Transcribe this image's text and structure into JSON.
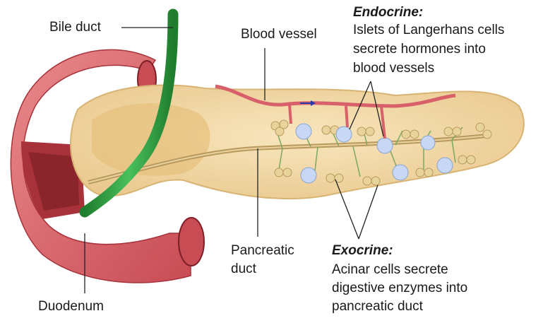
{
  "labels": {
    "bile_duct": "Bile duct",
    "blood_vessel": "Blood vessel",
    "endocrine": {
      "heading": "Endocrine:",
      "lines": [
        "Islets of Langerhans cells",
        "secrete hormones into",
        "blood vessels"
      ]
    },
    "pancreatic_duct": [
      "Pancreatic",
      "duct"
    ],
    "exocrine": {
      "heading": "Exocrine:",
      "lines": [
        "Acinar cells secrete",
        "digestive enzymes into",
        "pancreatic duct"
      ]
    },
    "duodenum": "Duodenum"
  },
  "colors": {
    "pancreas": "#f3d9a4",
    "pancreas_edge": "#d8b474",
    "duodenum": "#d96a6e",
    "duodenum_inner": "#a8323a",
    "bile_duct": "#2a9a3c",
    "blood_vessel": "#d8606a",
    "islet": "#c8d8f4",
    "acini": "#e8d49a",
    "leader_line": "#222222"
  }
}
